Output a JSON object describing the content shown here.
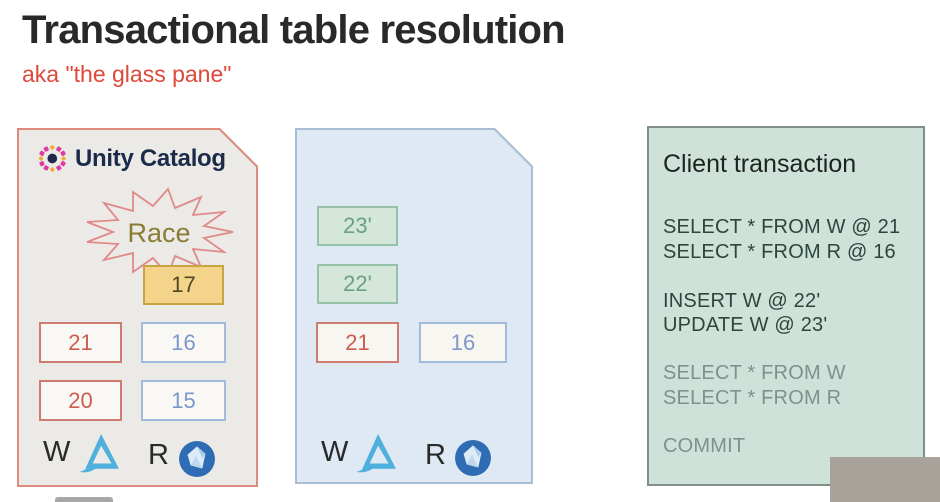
{
  "header": {
    "title": "Transactional table resolution",
    "subtitle": "aka \"the glass pane\""
  },
  "unity_panel": {
    "logo_text": "Unity Catalog",
    "race_label": "Race",
    "conflict_version": "17",
    "write_versions": [
      "21",
      "20"
    ],
    "read_versions": [
      "16",
      "15"
    ],
    "write_label": "W",
    "read_label": "R"
  },
  "staging_panel": {
    "staged_versions": [
      "23'",
      "22'"
    ],
    "write_version": "21",
    "read_version": "16",
    "write_label": "W",
    "read_label": "R"
  },
  "client_panel": {
    "title": "Client transaction",
    "read_statements": [
      "SELECT * FROM W @ 21",
      "SELECT * FROM R @ 16"
    ],
    "write_statements": [
      "INSERT W @ 22'",
      "UPDATE W @ 23'"
    ],
    "pending_statements": [
      "SELECT * FROM W",
      "SELECT * FROM R"
    ],
    "commit_statement": "COMMIT"
  },
  "colors": {
    "title_text": "#27292b",
    "subtitle_accent": "#e0483a",
    "unity_panel_border": "#dd8b7d",
    "unity_panel_bg": "#eceae7",
    "staging_panel_border": "#a9bed4",
    "staging_panel_bg": "#dfe9f4",
    "client_panel_border": "#828f89",
    "client_panel_bg": "#cfe2da",
    "write_accent": "#d05c50",
    "read_accent": "#7b97cb",
    "staged_accent": "#6ba182",
    "conflict_box_bg": "#f3d48a",
    "race_text": "#8a7c33",
    "muted_statement_text": "#7c938b"
  }
}
